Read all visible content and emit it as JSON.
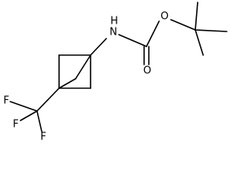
{
  "structure": {
    "atom_labels": {
      "nitrogen": "N",
      "hydrogen": "H",
      "ester_oxygen": "O",
      "carbonyl_oxygen": "O",
      "fluorine_1": "F",
      "fluorine_2": "F",
      "fluorine_3": "F"
    },
    "bond_color": "#000000",
    "background_color": "#ffffff"
  }
}
